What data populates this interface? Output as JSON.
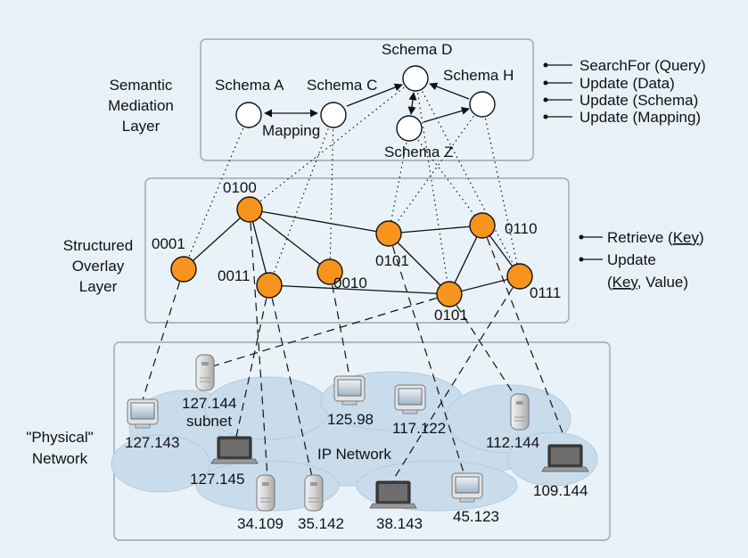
{
  "layers": {
    "semantic": [
      "Semantic",
      "Mediation",
      "Layer"
    ],
    "overlay": [
      "Structured",
      "Overlay",
      "Layer"
    ],
    "physical": [
      "\"Physical\"",
      "Network"
    ]
  },
  "schemas": {
    "a": "Schema A",
    "c": "Schema C",
    "d": "Schema D",
    "h": "Schema H",
    "z": "Schema Z",
    "mapping": "Mapping"
  },
  "semantic_ops": [
    "SearchFor (Query)",
    "Update (Data)",
    "Update (Schema)",
    "Update (Mapping)"
  ],
  "overlay_ops": {
    "retrieve_prefix": "Retrieve (",
    "key": "Key",
    "close": ")",
    "update": "Update",
    "open": "(",
    "value_suffix": ", Value)"
  },
  "overlay_nodes": {
    "n0100": "0100",
    "n0001": "0001",
    "n0011": "0011",
    "n0010": "0010",
    "n0101a": "0101",
    "n0110": "0110",
    "n0101b": "0101",
    "n0111": "0111"
  },
  "hosts": {
    "h127_143": "127.143",
    "h127_144": "127.144",
    "subnet": "subnet",
    "h125_98": "125.98",
    "h117_122": "117.122",
    "h112_144": "112.144",
    "h127_145": "127.145",
    "ip_network": "IP Network",
    "h109_144": "109.144",
    "h34_109": "34.109",
    "h35_142": "35.142",
    "h38_143": "38.143",
    "h45_123": "45.123"
  },
  "colors": {
    "overlay_node": "#f7941d",
    "panel_fill": "#e9f2f8",
    "panel_border": "#9aa6b0",
    "cloud": "#c9dcec"
  }
}
